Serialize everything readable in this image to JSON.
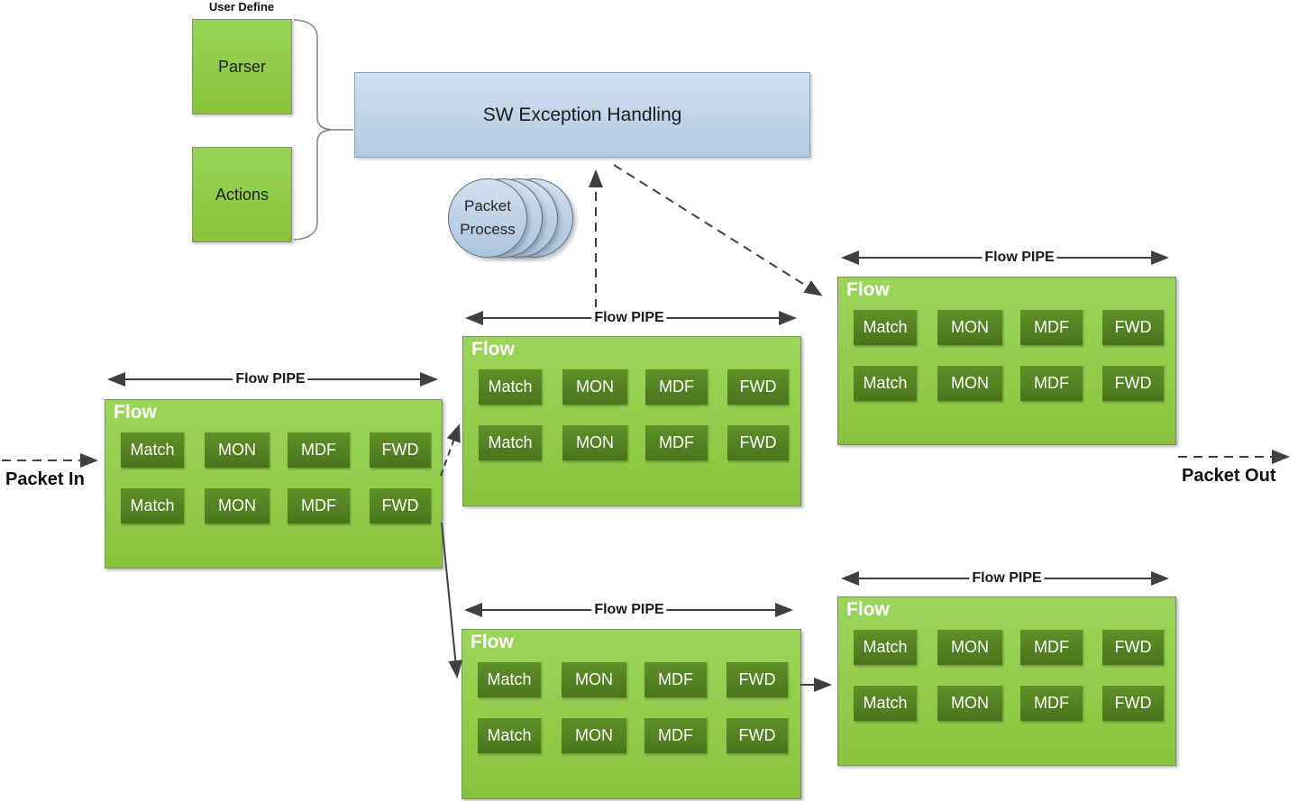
{
  "diagram": {
    "user_define": {
      "label": "User Define",
      "items": [
        "Parser",
        "Actions"
      ]
    },
    "exception_box": {
      "label": "SW Exception Handling"
    },
    "packet_process": {
      "line1": "Packet",
      "line2": "Process"
    },
    "endpoints": {
      "packet_in": "Packet In",
      "packet_out": "Packet Out"
    },
    "pipe": {
      "axis_label": "Flow PIPE",
      "flow_label": "Flow",
      "stages": [
        "Match",
        "MON",
        "MDF",
        "FWD"
      ]
    },
    "colors": {
      "green_light": "#92d050",
      "green_dark": "#4e7a1e",
      "blue_box": "#bfd3e8",
      "line": "#404040"
    }
  }
}
